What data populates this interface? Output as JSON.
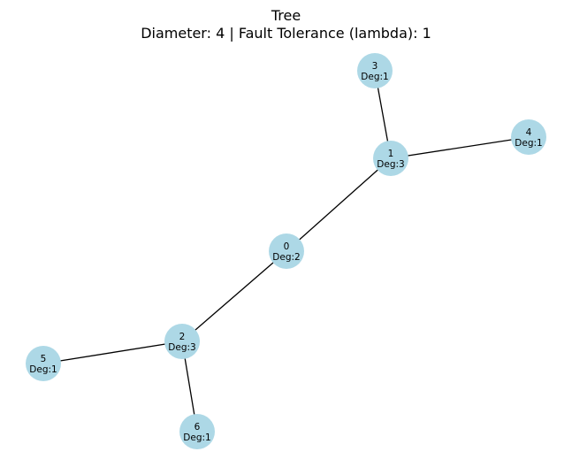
{
  "figure": {
    "title": "Tree",
    "subtitle_prefix": "Diameter: ",
    "diameter": "4",
    "subtitle_separator": " | ",
    "fault_tolerance_label": "Fault Tolerance (lambda): ",
    "fault_tolerance": "1"
  },
  "graph": {
    "node_color": "#add8e6",
    "edge_color": "#000000",
    "degree_prefix": "Deg:",
    "nodes": [
      {
        "id": "0",
        "degree": 2
      },
      {
        "id": "1",
        "degree": 3
      },
      {
        "id": "2",
        "degree": 3
      },
      {
        "id": "3",
        "degree": 1
      },
      {
        "id": "4",
        "degree": 1
      },
      {
        "id": "5",
        "degree": 1
      },
      {
        "id": "6",
        "degree": 1
      }
    ],
    "edges": [
      [
        "0",
        "1"
      ],
      [
        "0",
        "2"
      ],
      [
        "1",
        "3"
      ],
      [
        "1",
        "4"
      ],
      [
        "2",
        "5"
      ],
      [
        "2",
        "6"
      ]
    ]
  }
}
